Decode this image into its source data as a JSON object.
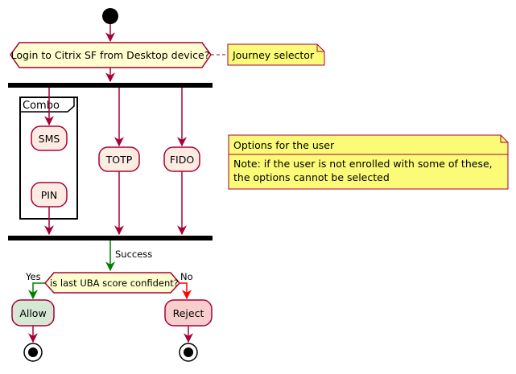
{
  "nodes": {
    "decision_main": "Login to Citrix SF from Desktop device?",
    "sms": "SMS",
    "pin": "PIN",
    "totp": "TOTP",
    "fido": "FIDO",
    "decision_uba": "is last UBA score confident?",
    "allow": "Allow",
    "reject": "Reject"
  },
  "group": {
    "title": "Combo"
  },
  "notes": {
    "journey": "Journey selector",
    "options_title": "Options for the user",
    "options_line1": "Note: if the user is not enrolled with some of these,",
    "options_line2": "the options cannot be selected"
  },
  "edges": {
    "success": "Success",
    "yes": "Yes",
    "no": "No"
  },
  "colors": {
    "arrow": "#A80036",
    "success_arrow": "#008000",
    "no_arrow": "#FF0000",
    "node_fill": "#FEECE3",
    "decision_fill": "#FEFECE",
    "note_fill": "#FBFB77",
    "allow_fill": "#D5E8D4",
    "reject_fill": "#F8CECC"
  }
}
